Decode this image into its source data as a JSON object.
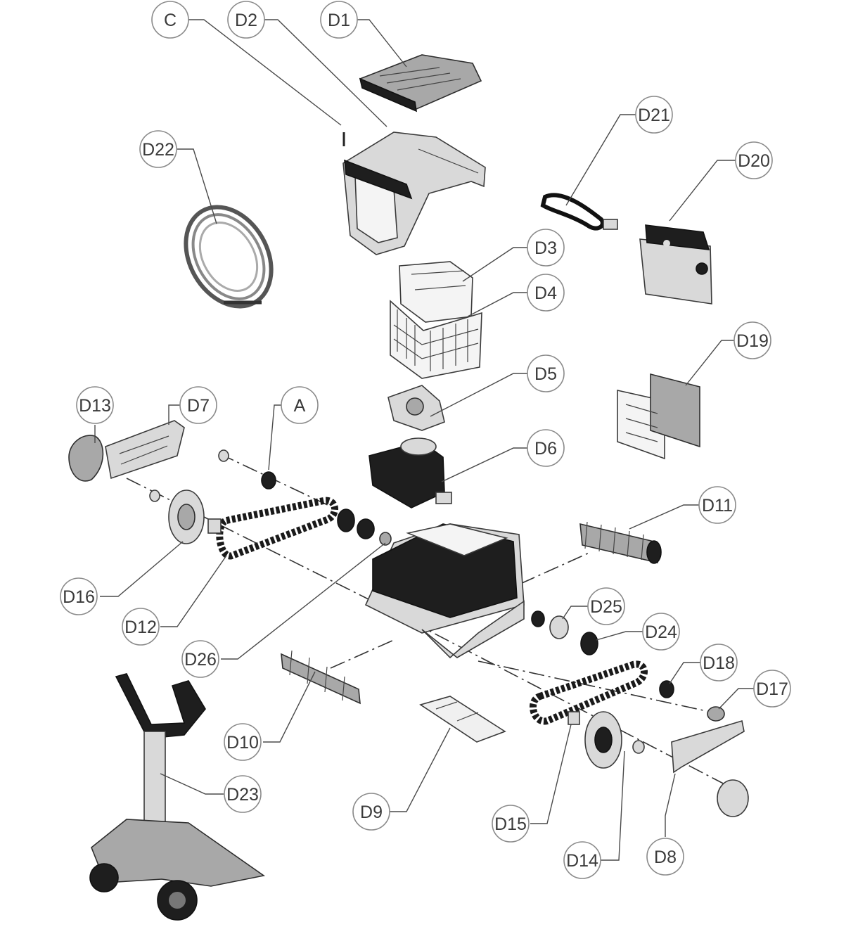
{
  "callouts": [
    {
      "id": "C",
      "label": "C"
    },
    {
      "id": "D2",
      "label": "D2"
    },
    {
      "id": "D1",
      "label": "D1"
    },
    {
      "id": "D21",
      "label": "D21"
    },
    {
      "id": "D20",
      "label": "D20"
    },
    {
      "id": "D22",
      "label": "D22"
    },
    {
      "id": "D3",
      "label": "D3"
    },
    {
      "id": "D4",
      "label": "D4"
    },
    {
      "id": "D19",
      "label": "D19"
    },
    {
      "id": "D5",
      "label": "D5"
    },
    {
      "id": "D13",
      "label": "D13"
    },
    {
      "id": "D7",
      "label": "D7"
    },
    {
      "id": "A",
      "label": "A"
    },
    {
      "id": "D6",
      "label": "D6"
    },
    {
      "id": "D11",
      "label": "D11"
    },
    {
      "id": "D16",
      "label": "D16"
    },
    {
      "id": "D12",
      "label": "D12"
    },
    {
      "id": "D25",
      "label": "D25"
    },
    {
      "id": "D26",
      "label": "D26"
    },
    {
      "id": "D24",
      "label": "D24"
    },
    {
      "id": "D18",
      "label": "D18"
    },
    {
      "id": "D17",
      "label": "D17"
    },
    {
      "id": "D10",
      "label": "D10"
    },
    {
      "id": "D23",
      "label": "D23"
    },
    {
      "id": "D9",
      "label": "D9"
    },
    {
      "id": "D15",
      "label": "D15"
    },
    {
      "id": "D14",
      "label": "D14"
    },
    {
      "id": "D8",
      "label": "D8"
    }
  ]
}
